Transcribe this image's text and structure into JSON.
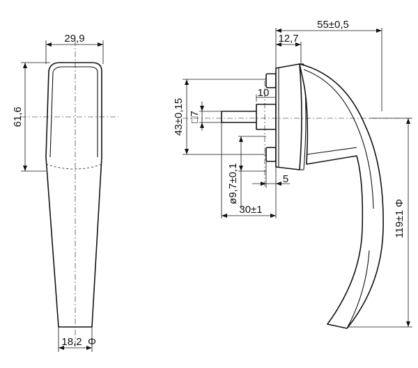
{
  "front_view": {
    "width_top": "29,9",
    "height": "61,6",
    "width_bottom": "18,2",
    "bottom_symbol": "Φ"
  },
  "side_view": {
    "depth": "55±0,5",
    "base_thickness": "12,7",
    "spindle_offset": "10",
    "spindle_square": "□7",
    "screw_spacing": "43±0,15",
    "screw_diameter": "ø9,7±0,1",
    "screw_length": "5",
    "spindle_length": "30±1",
    "length": "119±1",
    "length_symbol": "Φ"
  }
}
